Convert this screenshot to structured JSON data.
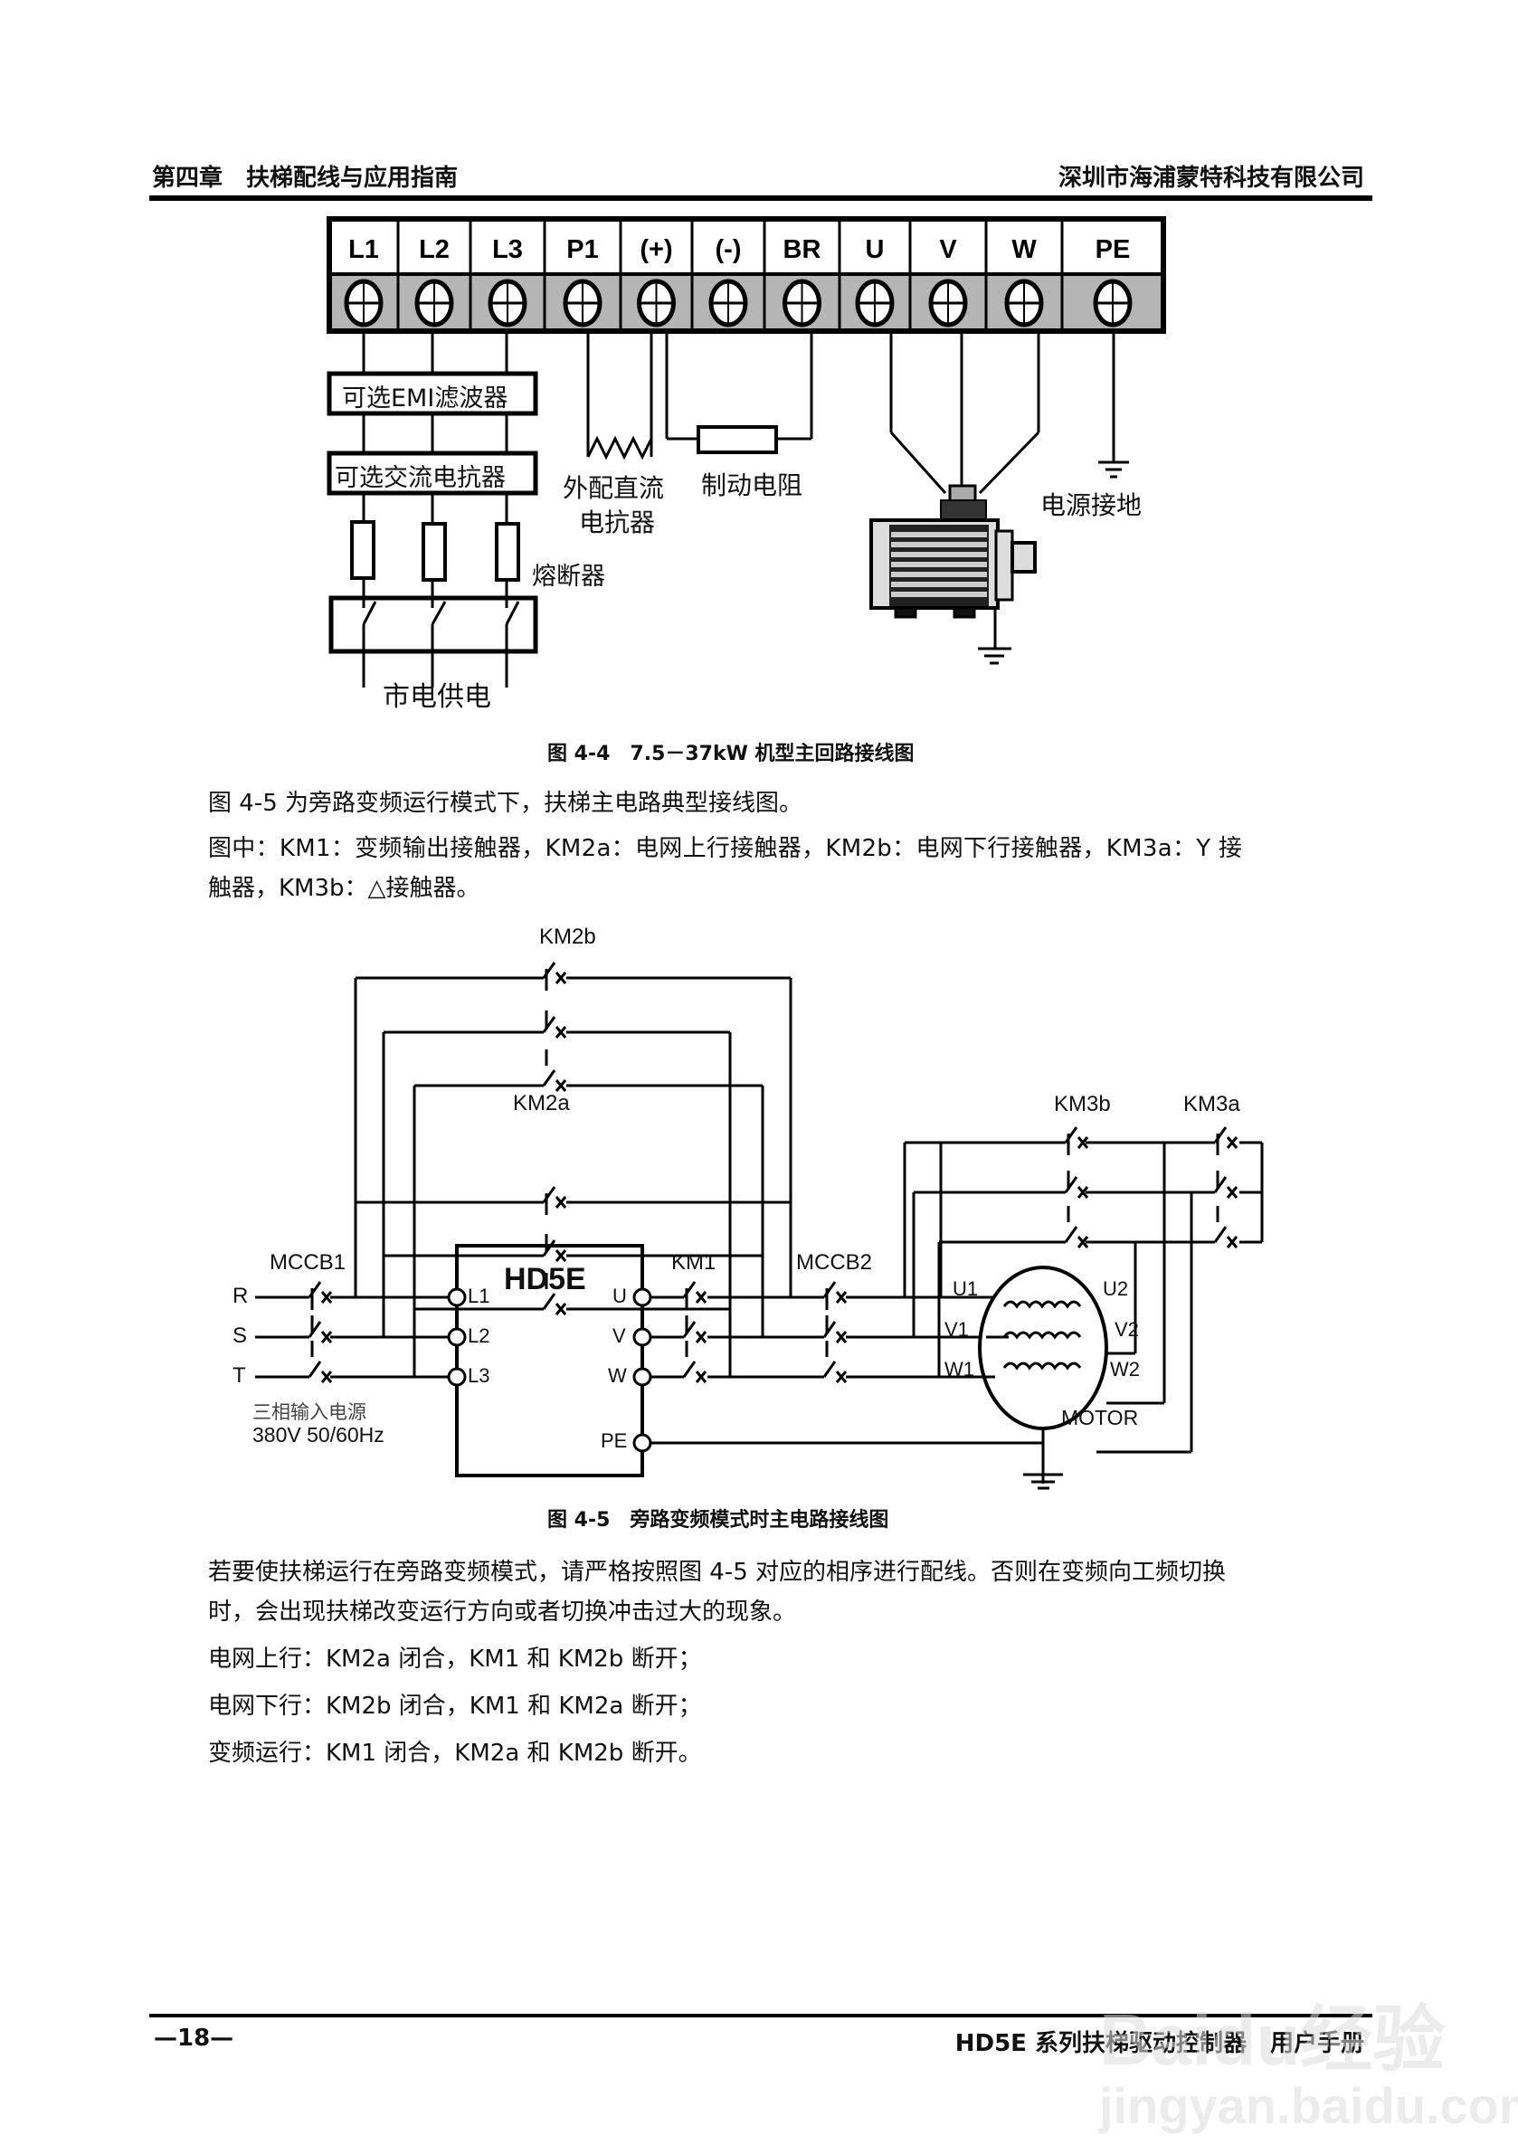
{
  "header": {
    "chapter": "第四章　扶梯配线与应用指南",
    "company": "深圳市海浦蒙特科技有限公司"
  },
  "fig44": {
    "terminals": [
      "L1",
      "L2",
      "L3",
      "P1",
      "(+)",
      "(-)",
      "BR",
      "U",
      "V",
      "W",
      "PE"
    ],
    "emi_filter": "可选EMI滤波器",
    "ac_reactor": "可选交流电抗器",
    "fuse": "熔断器",
    "mains": "市电供电",
    "dc_reactor_line1": "外配直流",
    "dc_reactor_line2": "电抗器",
    "brake_resistor": "制动电阻",
    "ground": "电源接地",
    "caption": "图 4-4　7.5－37kW 机型主回路接线图"
  },
  "text1": {
    "p1": "图 4-5 为旁路变频运行模式下，扶梯主电路典型接线图。",
    "p2_line1": "图中：KM1：变频输出接触器，KM2a：电网上行接触器，KM2b：电网下行接触器，KM3a：Y 接",
    "p2_line2": "触器，KM3b：△接触器。"
  },
  "fig45": {
    "km2b": "KM2b",
    "km2a": "KM2a",
    "km3b": "KM3b",
    "km3a": "KM3a",
    "mccb1": "MCCB1",
    "mccb2": "MCCB2",
    "km1": "KM1",
    "drive": "HD5E",
    "inputs": [
      "R",
      "S",
      "T"
    ],
    "drive_in": [
      "L1",
      "L2",
      "L3"
    ],
    "drive_out": [
      "U",
      "V",
      "W",
      "PE"
    ],
    "motor_left": [
      "U1",
      "V1",
      "W1"
    ],
    "motor_right": [
      "U2",
      "V2",
      "W2"
    ],
    "motor": "MOTOR",
    "supply_line1": "三相输入电源",
    "supply_line2": "380V  50/60Hz",
    "caption": "图 4-5　旁路变频模式时主电路接线图"
  },
  "text2": {
    "p1_line1": "若要使扶梯运行在旁路变频模式，请严格按照图 4-5 对应的相序进行配线。否则在变频向工频切换",
    "p1_line2": "时，会出现扶梯改变运行方向或者切换冲击过大的现象。",
    "up": "电网上行：KM2a 闭合，KM1 和 KM2b 断开；",
    "down": "电网下行：KM2b 闭合，KM1 和 KM2a 断开；",
    "vf": "变频运行：KM1 闭合，KM2a 和 KM2b 断开。"
  },
  "footer": {
    "page": "—18—",
    "title": "HD5E 系列扶梯驱动控制器　用户手册"
  },
  "watermark": {
    "logo": "Baidu经验",
    "url": "jingyan.baidu.com"
  }
}
